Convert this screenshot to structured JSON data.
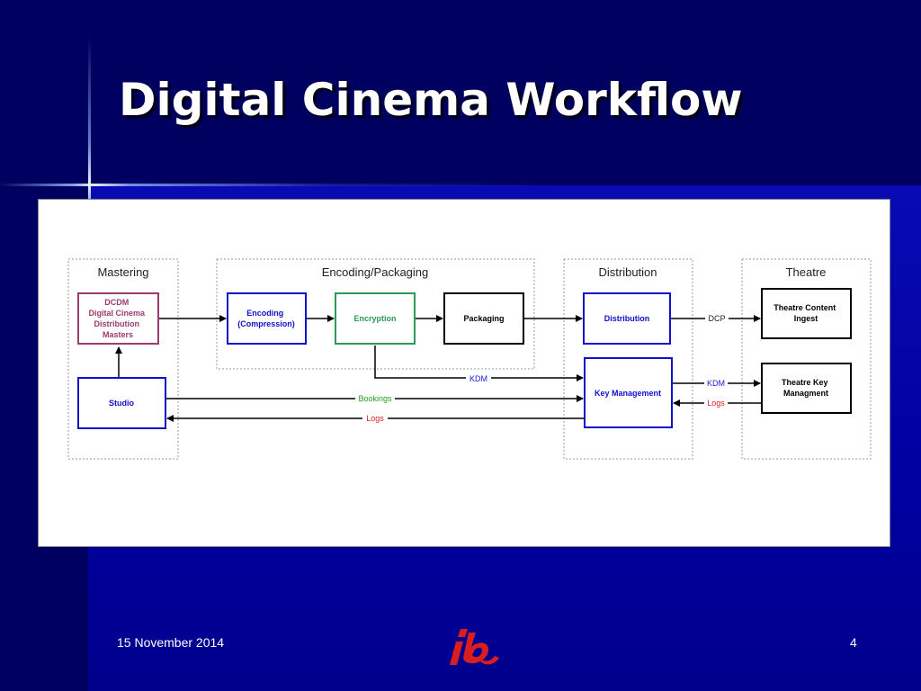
{
  "slide": {
    "title": "Digital Cinema Workflow",
    "footer_date": "15 November 2014",
    "page_number": "4"
  },
  "diagram": {
    "groups": {
      "mastering": "Mastering",
      "encoding": "Encoding/Packaging",
      "distribution": "Distribution",
      "theatre": "Theatre"
    },
    "boxes": {
      "dcdm": [
        "DCDM",
        "Digital Cinema",
        "Distribution",
        "Masters"
      ],
      "studio": [
        "Studio"
      ],
      "encoding": [
        "Encoding",
        "(Compression)"
      ],
      "encryption": [
        "Encryption"
      ],
      "packaging": [
        "Packaging"
      ],
      "distribution": [
        "Distribution"
      ],
      "key_management": [
        "Key Management"
      ],
      "theatre_ingest": [
        "Theatre Content",
        "Ingest"
      ],
      "theatre_key": [
        "Theatre Key",
        "Managment"
      ]
    },
    "edge_labels": {
      "kdm_center": "KDM",
      "bookings": "Bookings",
      "logs_left": "Logs",
      "dcp": "DCP",
      "kdm_right": "KDM",
      "logs_right": "Logs"
    },
    "colors": {
      "dcdm": "#9b3b6e",
      "blue_box": "#1010cc",
      "encryption": "#2e9a5a",
      "black_box": "#000000",
      "kdm_text": "#2020d0",
      "bookings_text": "#22a022",
      "logs_text": "#e02020",
      "group_border": "#9a9a9a"
    }
  }
}
